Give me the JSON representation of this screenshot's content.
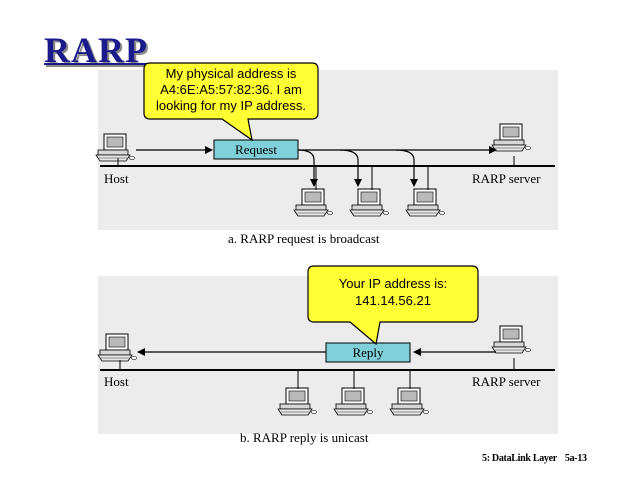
{
  "slide": {
    "title": "RARP",
    "footer_left": "5: DataLink Layer",
    "footer_right": "5a-13"
  },
  "panel_a": {
    "callout_lines": [
      "My physical address is",
      "A4:6E:A5:57:82:36.  I am",
      "looking for my IP address."
    ],
    "message_label": "Request",
    "host_label": "Host",
    "server_label": "RARP server",
    "caption": "a. RARP request is broadcast"
  },
  "panel_b": {
    "callout_lines": [
      "Your IP address is:",
      "141.14.56.21"
    ],
    "message_label": "Reply",
    "host_label": "Host",
    "server_label": "RARP server",
    "caption": "b. RARP reply is unicast"
  },
  "colors": {
    "title": "#1a1a8c",
    "callout_fill": "#ffff33",
    "message_fill": "#7fd0d8",
    "panel_bg": "#ececec"
  }
}
